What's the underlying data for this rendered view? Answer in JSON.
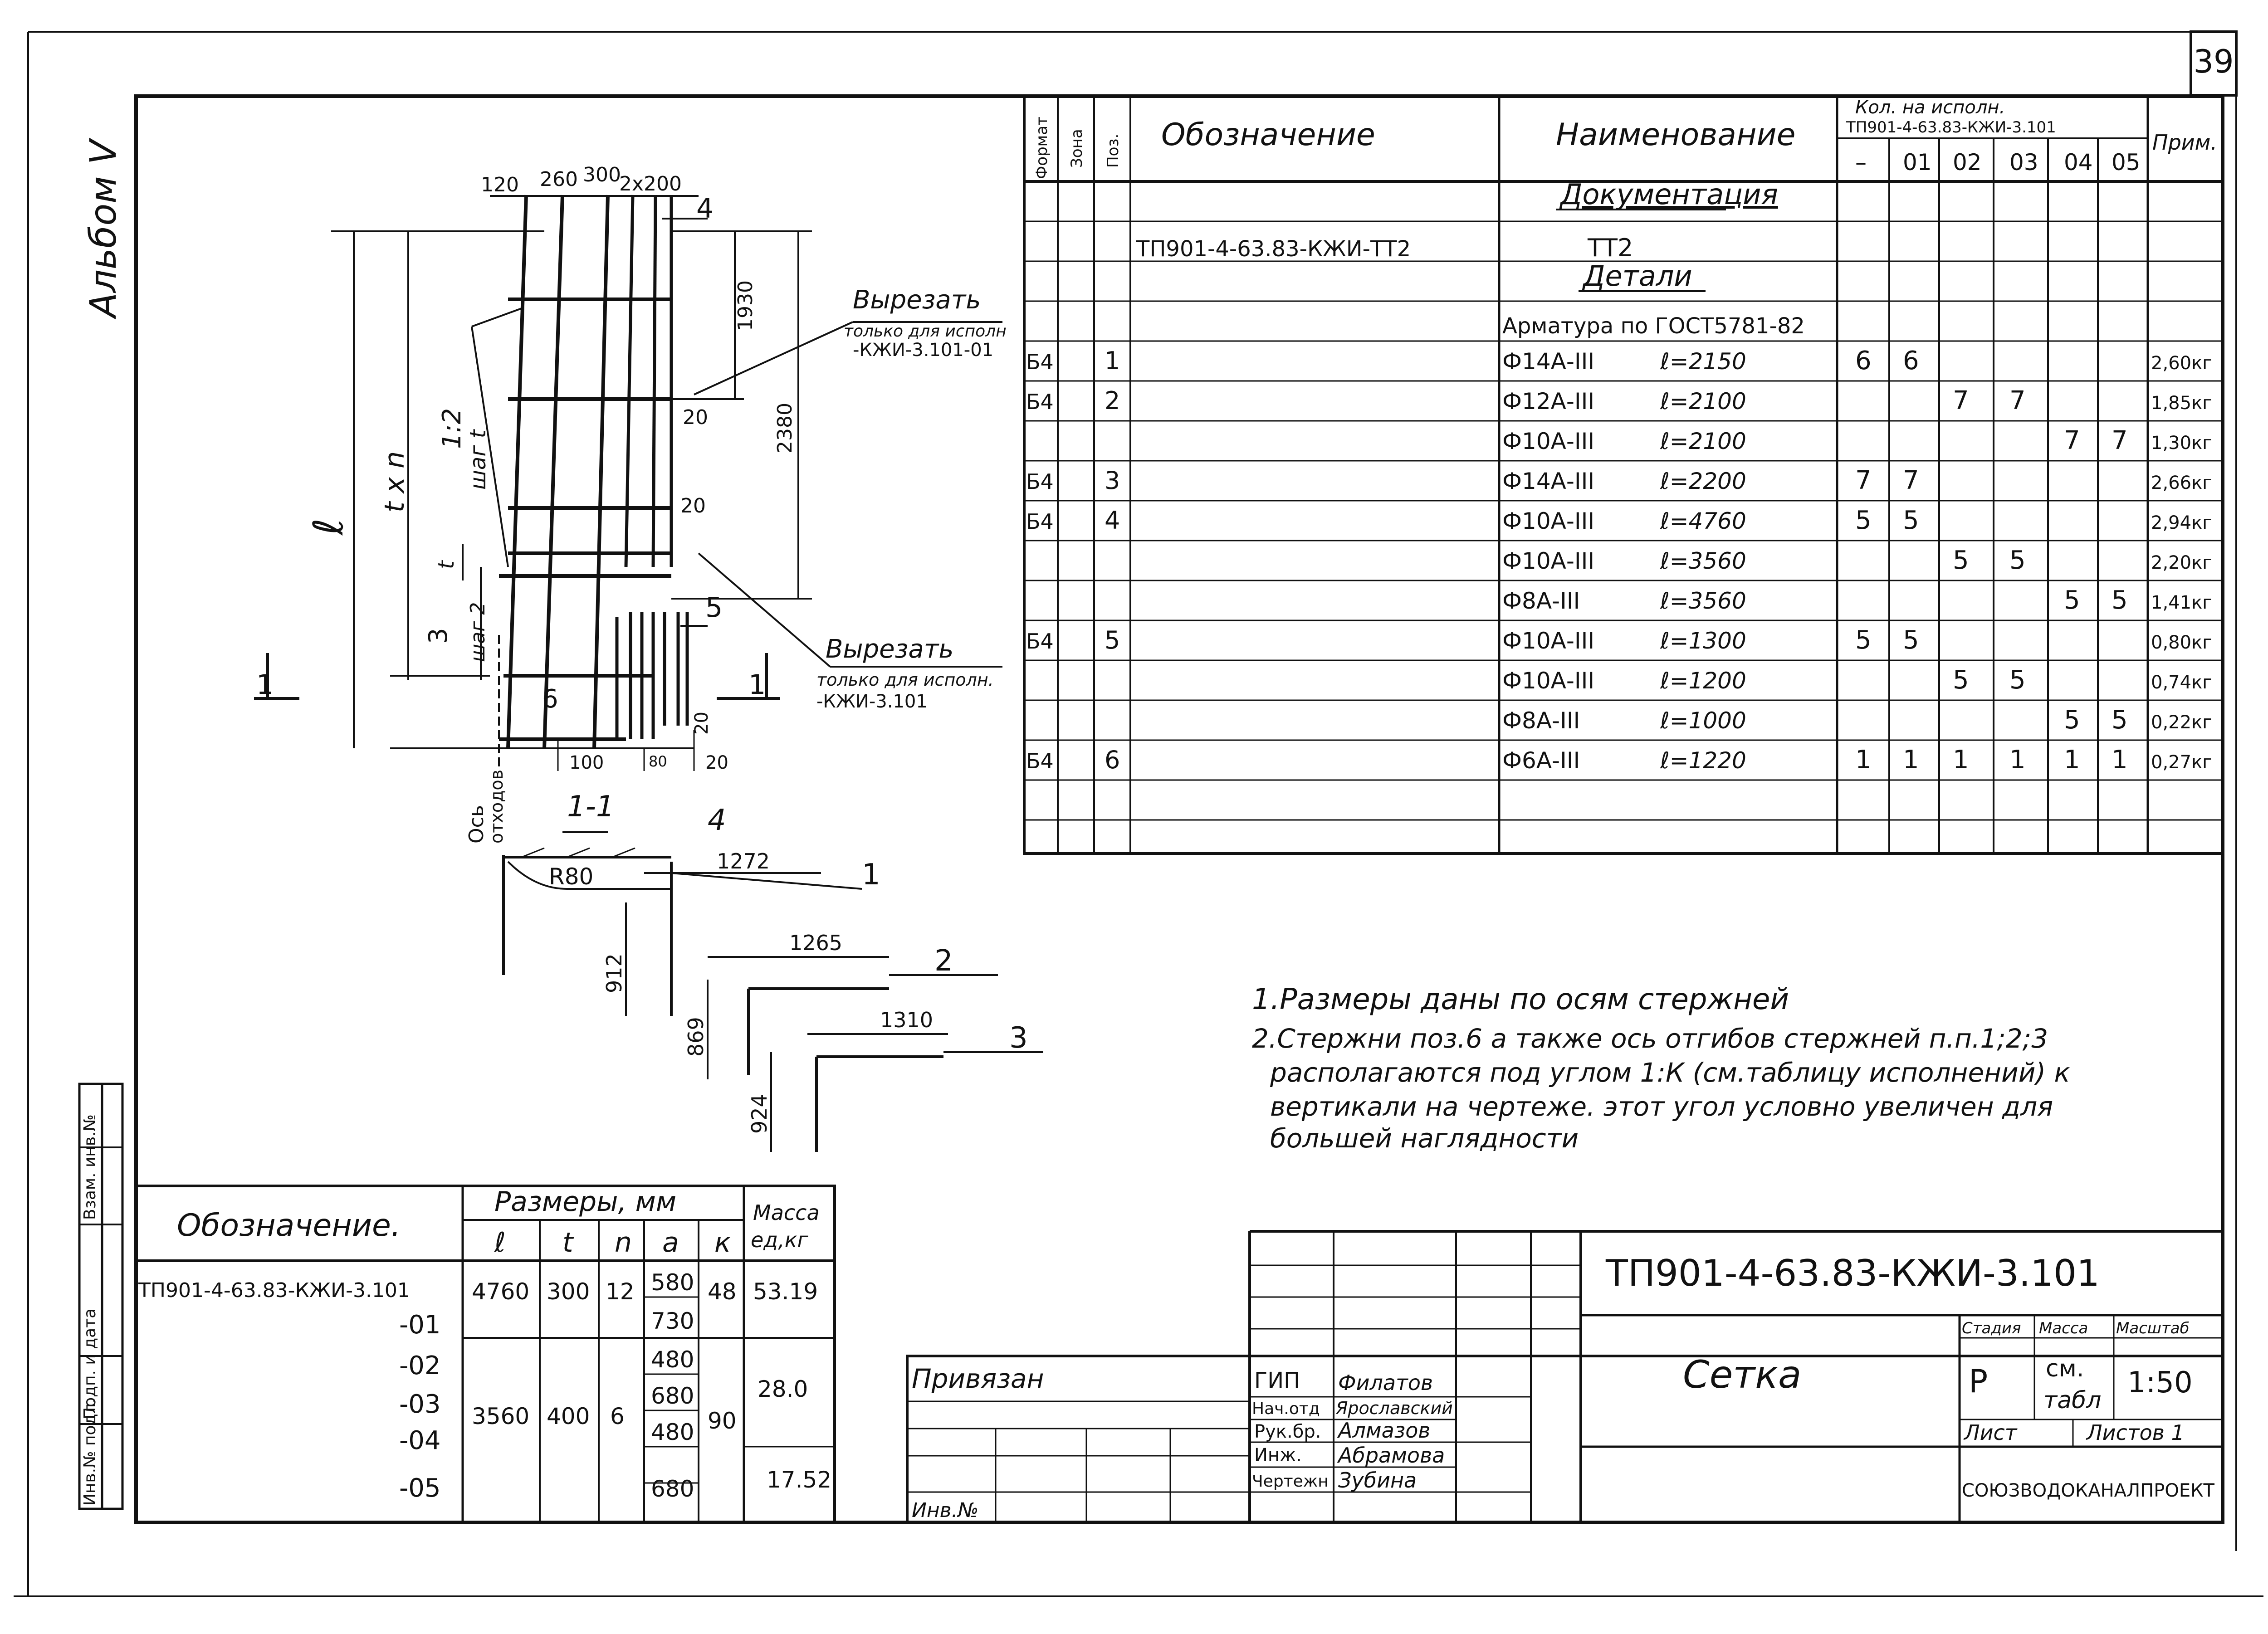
{
  "sheet_number": "39",
  "album": "Альбом V",
  "spec": {
    "headers": {
      "format": "Формат",
      "zone": "Зона",
      "pos": "Поз.",
      "designation": "Обозначение",
      "name": "Наименование",
      "qty": "Кол. на исполн.",
      "qty_doc": "ТП901-4-63.83-КЖИ-3.101",
      "note": "Прим."
    },
    "exec_cols": [
      "–",
      "01",
      "02",
      "03",
      "04",
      "05"
    ],
    "section_docs": "Документация",
    "doc_row": {
      "designation": "ТП901-4-63.83-КЖИ-ТТ2",
      "name": "ТТ2"
    },
    "section_parts": "Детали",
    "rebar_caption": "Арматура по ГОСТ5781-82",
    "rows": [
      {
        "format": "Б4",
        "pos": "1",
        "bar": "Ф14А-III",
        "len": "ℓ=2150",
        "q": [
          "6",
          "6",
          "",
          "",
          "",
          ""
        ],
        "note": "2,60кг"
      },
      {
        "format": "Б4",
        "pos": "2",
        "bar": "Ф12А-III",
        "len": "ℓ=2100",
        "q": [
          "",
          "",
          "7",
          "7",
          "",
          ""
        ],
        "note": "1,85кг"
      },
      {
        "format": "",
        "pos": "",
        "bar": "Ф10А-III",
        "len": "ℓ=2100",
        "q": [
          "",
          "",
          "",
          "",
          "7",
          "7"
        ],
        "note": "1,30кг"
      },
      {
        "format": "Б4",
        "pos": "3",
        "bar": "Ф14А-III",
        "len": "ℓ=2200",
        "q": [
          "7",
          "7",
          "",
          "",
          "",
          ""
        ],
        "note": "2,66кг"
      },
      {
        "format": "Б4",
        "pos": "4",
        "bar": "Ф10А-III",
        "len": "ℓ=4760",
        "q": [
          "5",
          "5",
          "",
          "",
          "",
          ""
        ],
        "note": "2,94кг"
      },
      {
        "format": "",
        "pos": "",
        "bar": "Ф10А-III",
        "len": "ℓ=3560",
        "q": [
          "",
          "",
          "5",
          "5",
          "",
          ""
        ],
        "note": "2,20кг"
      },
      {
        "format": "",
        "pos": "",
        "bar": "Ф8А-III",
        "len": "ℓ=3560",
        "q": [
          "",
          "",
          "",
          "",
          "5",
          "5"
        ],
        "note": "1,41кг"
      },
      {
        "format": "Б4",
        "pos": "5",
        "bar": "Ф10А-III",
        "len": "ℓ=1300",
        "q": [
          "5",
          "5",
          "",
          "",
          "",
          ""
        ],
        "note": "0,80кг"
      },
      {
        "format": "",
        "pos": "",
        "bar": "Ф10А-III",
        "len": "ℓ=1200",
        "q": [
          "",
          "",
          "5",
          "5",
          "",
          ""
        ],
        "note": "0,74кг"
      },
      {
        "format": "",
        "pos": "",
        "bar": "Ф8А-III",
        "len": "ℓ=1000",
        "q": [
          "",
          "",
          "",
          "",
          "5",
          "5"
        ],
        "note": "0,22кг"
      },
      {
        "format": "Б4",
        "pos": "6",
        "bar": "Ф6А-III",
        "len": "ℓ=1220",
        "q": [
          "1",
          "1",
          "1",
          "1",
          "1",
          "1"
        ],
        "note": "0,27кг"
      }
    ]
  },
  "drawing": {
    "dim_120": "120",
    "dim_260": "260",
    "dim_300": "300",
    "dim_2x200": "2x200",
    "dim_1930": "1930",
    "dim_2380": "2380",
    "dim_20a": "20",
    "dim_20b": "20",
    "dim_20c": "20",
    "dim_20d": "20",
    "dim_100": "100",
    "dim_80": "80",
    "dim_l": "ℓ",
    "dim_txn": "t x n",
    "dim_t": "t",
    "dim_3": "3",
    "slope": "1:2",
    "step_t": "шаг t",
    "step_2": "шаг 2",
    "label_4": "4",
    "label_5": "5",
    "label_6": "6",
    "cut_note_top": "Вырезать",
    "cut_note_top_sub1": "только для исполн",
    "cut_note_top_sub2": "-КЖИ-3.101-01",
    "cut_note_bot": "Вырезать",
    "cut_note_bot_sub1": "только для исполн.",
    "cut_note_bot_sub2": "-КЖИ-3.101",
    "section_mark": "1",
    "axis_label_1": "Ось",
    "axis_label_2": "отходов",
    "section_title": "1-1",
    "section_pos4": "4"
  },
  "bends": [
    {
      "pos": "1",
      "horiz": "1272",
      "vert": "912",
      "radius": "R80"
    },
    {
      "pos": "2",
      "horiz": "1265",
      "vert": "869",
      "radius": ""
    },
    {
      "pos": "3",
      "horiz": "1310",
      "vert": "924",
      "radius": ""
    }
  ],
  "notes": [
    "1.Размеры даны по осям стержней",
    "2.Стержни поз.6 а также ось отгибов стержней п.п.1;2;3",
    "располагаются под углом 1:К (см.таблицу исполнений) к",
    "вертикали на чертеже. этот угол условно увеличен для",
    "большей наглядности"
  ],
  "exec_table": {
    "h_designation": "Обозначение.",
    "h_sizes": "Размеры, мм",
    "h_mass": "Масса",
    "h_mass_unit": "ед,кг",
    "cols": [
      "ℓ",
      "t",
      "n",
      "a",
      "к"
    ],
    "base": "ТП901-4-63.83-КЖИ-3.101",
    "variants": [
      "-01",
      "-02",
      "-03",
      "-04",
      "-05"
    ],
    "l1": "4760",
    "t1": "300",
    "n1": "12",
    "k1": "48",
    "m1": "53.19",
    "l2": "3560",
    "t2": "400",
    "n2": "6",
    "k2": "90",
    "m2": "28.0",
    "m3": "17.52",
    "a": [
      "580",
      "730",
      "480",
      "680",
      "480",
      "680"
    ]
  },
  "stamp": {
    "code": "ТП901-4-63.83-КЖИ-3.101",
    "title": "Сетка",
    "stage_h": "Стадия",
    "mass_h": "Масса",
    "scale_h": "Масштаб",
    "stage": "Р",
    "mass1": "см.",
    "mass2": "табл",
    "scale": "1:50",
    "sheet_h": "Лист",
    "sheets_h": "Листов 1",
    "org": "СОЮЗВОДОКАНАЛПРОЕКТ",
    "bound": "Привязан",
    "inv": "Инв.№",
    "roles": [
      "ГИП",
      "Нач.отд",
      "Рук.бр.",
      "Инж.",
      "Чертежн"
    ],
    "names": [
      "Филатов",
      "Ярославский",
      "Алмазов",
      "Абрамова",
      "Зубина"
    ]
  },
  "side_labels": [
    "Инв.№ подл.",
    "Подп. и дата",
    "Взам. инв.№"
  ]
}
